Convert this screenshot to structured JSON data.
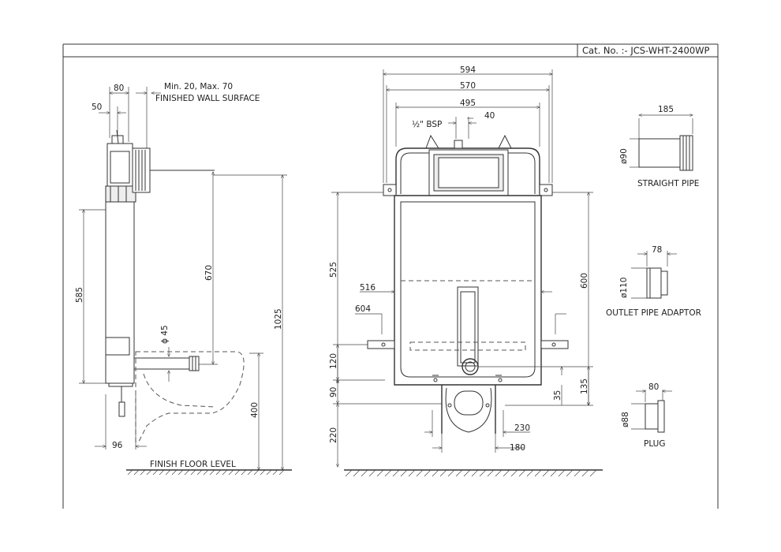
{
  "title_block": {
    "catalog_number": "Cat. No. :- JCS-WHT-2400WP"
  },
  "side_view": {
    "dim_top_width": "80",
    "dim_wall_offset": "50",
    "wall_note_line1": "Min. 20, Max. 70",
    "wall_note_line2": "FINISHED WALL SURFACE",
    "dim_frame_height": "585",
    "dim_outlet_height": "670",
    "dim_total_height": "1025",
    "dim_pipe_diameter": "ϕ 45",
    "dim_bowl_height": "400",
    "dim_bottom_offset": "96",
    "floor_label": "FINISH FLOOR LEVEL"
  },
  "front_view": {
    "dim_overall_width": "594",
    "dim_bracket_width": "570",
    "dim_frame_width": "495",
    "dim_bsp": "½\" BSP",
    "dim_bsp_offset": "40",
    "dim_left_height": "525",
    "dim_right_height": "600",
    "dim_516": "516",
    "dim_604": "604",
    "dim_120": "120",
    "dim_90": "90",
    "dim_220": "220",
    "dim_35": "35",
    "dim_135": "135",
    "dim_230": "230",
    "dim_180": "180"
  },
  "accessories": [
    {
      "name": "STRAIGHT PIPE",
      "length": "185",
      "diameter": "ø90"
    },
    {
      "name": "OUTLET PIPE ADAPTOR",
      "length": "78",
      "diameter": "ø110"
    },
    {
      "name": "PLUG",
      "length": "80",
      "diameter": "ø88"
    }
  ]
}
